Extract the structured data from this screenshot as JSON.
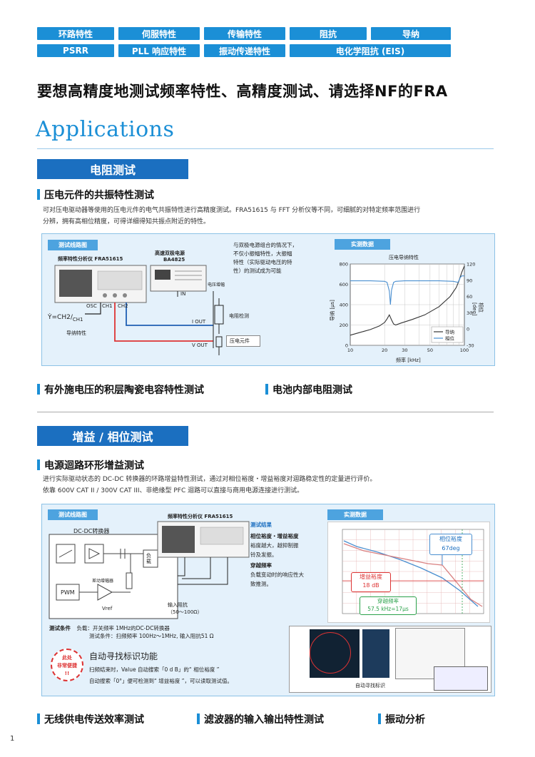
{
  "tags": {
    "row1": [
      "环路特性",
      "伺服特性",
      "传输特性",
      "阻抗",
      "导纳"
    ],
    "row2": [
      "PSRR",
      "PLL 响应特性",
      "振动传递特性",
      "电化学阻抗 (EIS)"
    ]
  },
  "headline": "要想高精度地测试频率特性、高精度测试、请选择NF的FRA",
  "apps_title": "Applications",
  "section1": {
    "band": "电阻测试",
    "sub1": "压电元件的共振特性测试",
    "para": [
      "可对压电驱动器等使用的压电元件的电气共振特性进行高精度测试。FRA51615 与 FFT 分析仪等不同，可细腻的对特定频率范围进行",
      "分辨，拥有高相位精度，可得详细得知共振点附近的特性。"
    ],
    "panel": {
      "circuit_tag": "测试线路图",
      "data_tag": "实测数据",
      "fra_label": "频率特性分析仪  FRA51615",
      "ps_label": "高速双极电源",
      "ps_model": "BA4825",
      "osc": "OSC",
      "ch1": "CH1",
      "ch2": "CH2",
      "in": "IN",
      "iout": "I OUT",
      "vout": "V OUT",
      "monitor": "电压增幅",
      "res": "电阻检测",
      "piezo": "压电元件",
      "formula_lhs": "Ẏ=",
      "formula_num": "CH2",
      "formula_den": "CH1",
      "formula_caption": "导纳特性",
      "note": [
        "与双极电源组合的情况下，",
        "不仅小振幅特性，大振幅",
        "特性（实际驱动电压的特",
        "性）的测试成为可能"
      ]
    },
    "sub2": "有外施电压的积层陶瓷电容特性测试",
    "sub3": "电池内部电阻测试"
  },
  "section2": {
    "band": "增益 / 相位测试",
    "sub1": "电源迴路环形增益测试",
    "para": [
      "进行实际驱动状态的 DC-DC 转换器的环路增益特性测试，通过对相位裕度・增益裕度对迴路稳定性的定量进行评价。",
      "依靠 600V CAT II / 300V CAT III、非绝缘型 PFC 迴路可以直接与商用电源连接进行测试。"
    ],
    "panel": {
      "circuit_tag": "测试线路图",
      "data_tag": "实测数据",
      "fra_label": "频率特性分析仪   FRA51615",
      "dcdc": "DC-DC转换器",
      "pwm": "PWM",
      "amp": "差动增幅器",
      "vref": "Vref",
      "load": [
        "负",
        "载"
      ],
      "inj": [
        "输入阻抗",
        "（50～100Ω）"
      ],
      "result_title": "测试结果",
      "result_items": [
        {
          "head": "相位裕度・增益裕度",
          "body": [
            "裕度越大，越抑制振",
            "铃及发振。"
          ]
        },
        {
          "head": "穿越频率",
          "body": [
            "负载变动时的响应性大",
            "致推测。"
          ]
        }
      ],
      "cond_title": "测试条件",
      "cond_lines": [
        "负载：开关频率 1MHz的DC-DC转换器",
        "测试条件：扫频频率 100Hz～1MHz, 输入阻抗51 Ω"
      ],
      "stamp": [
        "此处",
        "非常便捷",
        "!!"
      ],
      "auto_title": "自动寻找标识功能",
      "auto_lines": [
        "扫频结束时，Value 自动搜索「0 d B」的“ 相位裕度 ”",
        "自动搜索「0°」便可检测到“ 增益裕度 ”，可以读取测试值。"
      ],
      "screen_caption": "自动寻找标识"
    },
    "sub2": "无线供电传送效率测试",
    "sub3": "滤波器的输入输出特性测试",
    "sub4": "振动分析"
  },
  "page_number": "1",
  "chart_data": [
    {
      "type": "line",
      "title": "压电导纳特性",
      "xlabel": "频率 [kHz]",
      "ylabel": "导纳 [μs]",
      "y2label": "相位 [deg]",
      "x_scale": "log",
      "xlim": [
        10,
        100
      ],
      "ylim": [
        0,
        800
      ],
      "y2lim": [
        -30,
        120
      ],
      "x_ticks": [
        "10",
        "20",
        "30",
        "50",
        "100"
      ],
      "y_ticks": [
        "0",
        "200",
        "400",
        "600",
        "800"
      ],
      "y2_ticks": [
        "-30",
        "0",
        "30",
        "60",
        "90",
        "120"
      ],
      "grid": true,
      "legend": "bottom-right",
      "series": [
        {
          "name": "导纳",
          "axis": "left",
          "color": "#333333",
          "x": [
            10,
            12,
            15,
            18,
            20,
            21,
            22,
            23,
            24,
            25,
            28,
            35,
            45,
            60,
            75,
            85,
            90,
            95,
            100
          ],
          "y": [
            100,
            125,
            155,
            190,
            225,
            260,
            300,
            250,
            210,
            200,
            220,
            255,
            300,
            380,
            480,
            570,
            640,
            720,
            780
          ]
        },
        {
          "name": "相位",
          "axis": "right",
          "color": "#4a8fd0",
          "x": [
            10,
            15,
            20,
            21,
            22,
            22.5,
            23,
            24,
            25,
            30,
            40,
            60,
            80,
            88,
            92,
            95,
            100
          ],
          "y": [
            89,
            89,
            88,
            86,
            70,
            45,
            72,
            86,
            88,
            89,
            89,
            89,
            88,
            86,
            95,
            98,
            98
          ]
        }
      ]
    },
    {
      "type": "line",
      "title": "",
      "x_scale": "log",
      "grid": true,
      "annotations": [
        {
          "label": "相位裕度",
          "value": "67deg"
        },
        {
          "label": "增益裕度",
          "value": "18 dB"
        },
        {
          "label": "穿越频率",
          "value": "57.5 kHz=17μs"
        }
      ]
    }
  ]
}
